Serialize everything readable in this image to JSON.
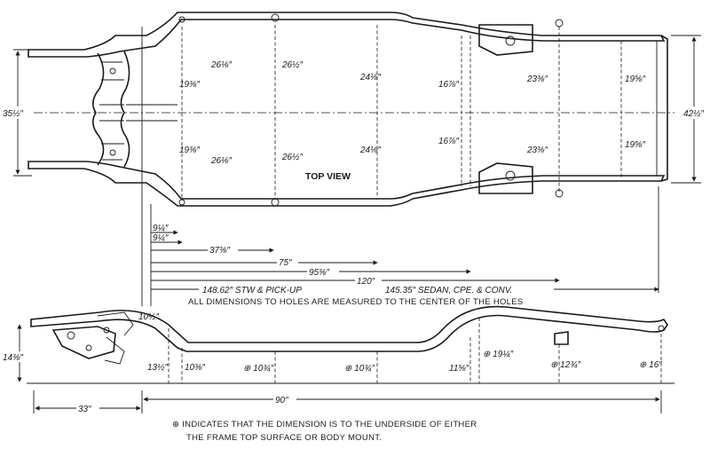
{
  "top_view": {
    "label": "TOP VIEW",
    "dims": {
      "overall_width_left": "35½″",
      "overall_width_right": "42½″",
      "a1": "26⅛″",
      "a2": "26½″",
      "a3": "24⅛″",
      "a4": "16⅞″",
      "a5": "23⅜″",
      "a6": "19⅝″",
      "b1": "19⅜″",
      "b2": "19⅜″",
      "c1": "26⅛″",
      "c2": "26½″",
      "c3": "24⅛″",
      "c4": "16⅞″",
      "c5": "23⅜″",
      "c6": "19⅝″"
    },
    "length_dims": {
      "d1": "9¼″",
      "d2": "9¼″",
      "d3": "37⅜″",
      "d4": "75″",
      "d5": "95⅜″",
      "d6": "120″",
      "d7_left": "148.62″ STW & PICK-UP",
      "d7_right": "145.35″ SEDAN, CPE. & CONV."
    },
    "note": "ALL DIMENSIONS TO HOLES ARE MEASURED TO THE CENTER OF THE HOLES"
  },
  "side_view": {
    "dims": {
      "h_front": "14⅜″",
      "h_a": "10½″",
      "h_b": "13½″",
      "h_c": "10⅜″",
      "h_d": "10¾″",
      "h_e": "10¾″",
      "h_f": "11⅝″",
      "h_g": "19¼″",
      "h_h": "12¾″",
      "h_i": "16″",
      "l_front": "33″",
      "l_main": "90″"
    },
    "legend_symbol": "⊕",
    "legend_line1": "INDICATES THAT THE DIMENSION IS TO THE UNDERSIDE OF EITHER",
    "legend_line2": "THE FRAME TOP SURFACE OR BODY MOUNT."
  }
}
